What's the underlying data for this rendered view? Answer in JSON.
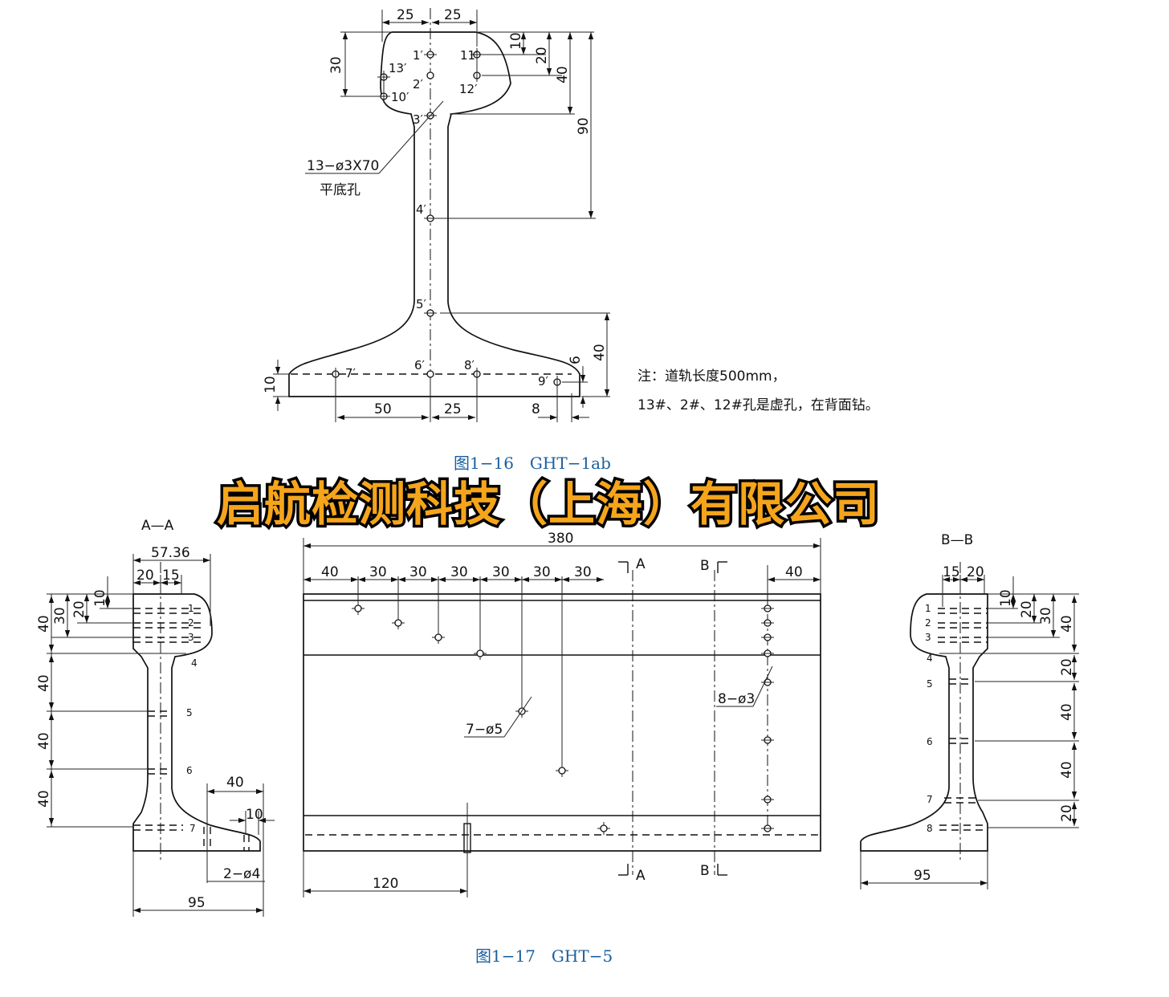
{
  "fig1": {
    "caption": "图1−16　GHT−1ab",
    "dims": {
      "d25a": "25",
      "d25b": "25",
      "d30": "30",
      "d10": "10",
      "d20": "20",
      "d40": "40",
      "d90": "90",
      "d40b": "40",
      "d6": "6",
      "d10b": "10",
      "d50": "50",
      "d25c": "25",
      "d8": "8"
    },
    "holes": {
      "h1": "1′",
      "h11": "11′",
      "h13": "13′",
      "h2": "2′",
      "h12": "12′",
      "h10": "10′",
      "h3": "3′",
      "h4": "4′",
      "h5": "5′",
      "h6": "6′",
      "h7": "7′",
      "h8": "8′",
      "h9": "9′"
    },
    "leader": "13−ø3X70",
    "leader_sub": "平底孔",
    "note_1": "注：道轨长度500mm，",
    "note_2": "13#、2#、12#孔是虚孔，在背面钻。"
  },
  "watermark": "启航检测科技（上海）有限公司",
  "fig2": {
    "caption": "图1−17　GHT−5",
    "aa": {
      "title": "A—A",
      "d5736": "57.36",
      "d20": "20",
      "d15": "15",
      "v10": "10",
      "v20": "20",
      "v30": "30",
      "v40a": "40",
      "v40b": "40",
      "v40c": "40",
      "v40d": "40",
      "n1": "1",
      "n2": "2",
      "n3": "3",
      "n4": "4",
      "n5": "5",
      "n6": "6",
      "n7": "7",
      "d40": "40",
      "d10": "10",
      "holes": "2−ø4",
      "d95": "95"
    },
    "front": {
      "d380": "380",
      "spacings": [
        "40",
        "30",
        "30",
        "30",
        "30",
        "30",
        "30"
      ],
      "d40r": "40",
      "secA_top": "A",
      "secA_bot": "A",
      "secB_top": "B",
      "secB_bot": "B",
      "leader_left": "7−ø5",
      "leader_right": "8−ø3",
      "d120": "120"
    },
    "bb": {
      "title": "B—B",
      "d15": "15",
      "d20": "20",
      "v10": "10",
      "v20": "20",
      "v30": "30",
      "v40": "40",
      "v20b": "20",
      "v40b": "40",
      "v40c": "40",
      "v20c": "20",
      "n1": "1",
      "n2": "2",
      "n3": "3",
      "n4": "4",
      "n5": "5",
      "n6": "6",
      "n7": "7",
      "n8": "8",
      "d95": "95"
    }
  }
}
